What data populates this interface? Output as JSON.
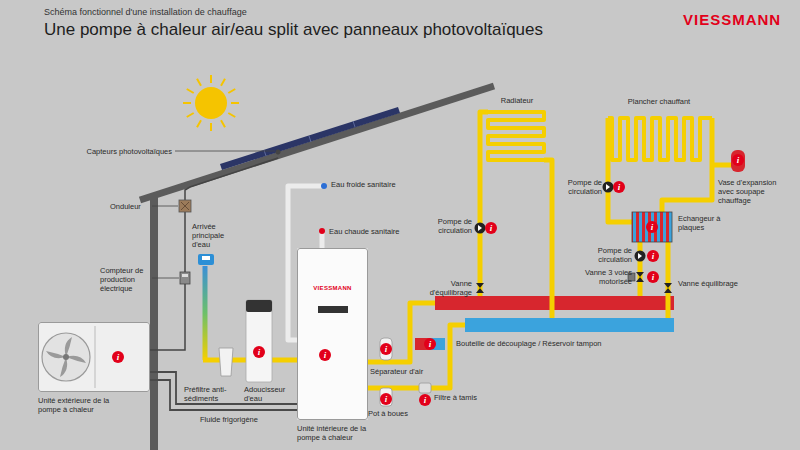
{
  "diagram": {
    "title": "Une pompe à chaleur air/eau split avec panneaux photovoltaïques",
    "nodes": [
      {
        "text": [
          "Unité extérieure de la pompe à chaleur"
        ]
      },
      {
        "text": [
          "i"
        ],
        "in": 0
      },
      {
        "text": [
          "VIESSMANN",
          "Unité intérieure de la pompe à chaleur"
        ]
      },
      {
        "text": [
          "i"
        ],
        "in": 2
      },
      {
        "text": [
          "i"
        ]
      },
      {
        "text": [
          "i"
        ]
      },
      {
        "text": [
          "i"
        ]
      },
      {
        "text": [
          "i"
        ]
      },
      {
        "text": [
          "i"
        ]
      },
      {
        "text": [
          "i"
        ]
      },
      {
        "text": [
          "i"
        ]
      },
      {
        "text": [
          "i"
        ]
      },
      {
        "text": [
          "i"
        ]
      },
      {
        "text": [
          "i"
        ]
      },
      {
        "text": [
          "i"
        ]
      }
    ],
    "edges": [
      {
        "from": 0,
        "to": 2,
        "arrow": "none",
        "label": "Fluide frigorigène"
      }
    ],
    "labels": [
      "Schéma fonctionnel d'une installation de chauffage",
      "VIESSMANN",
      "Capteurs photovoltaïques",
      "Onduleur",
      "Compteur de production électrique",
      "Eau froide sanitaire",
      "Arrivée principale d'eau",
      "Eau chaude sanitaire",
      "Radiateur",
      "Plancher chauffant",
      "Pompe de circulation",
      "Pompe de circulation",
      "Vase d'expansion avec soupape chauffage",
      "Echangeur à plaques",
      "Pompe de circulation",
      "Vanne 3 voies motorisée",
      "Vanne d'équilibrage",
      "Vanne équilibrage",
      "Bouteille de découplage / Réservoir tampon",
      "Séparateur d'air",
      "Préfiltre anti-sédiments",
      "Adoucisseur d'eau",
      "Filtre à tamis",
      "Pot à boues"
    ]
  }
}
